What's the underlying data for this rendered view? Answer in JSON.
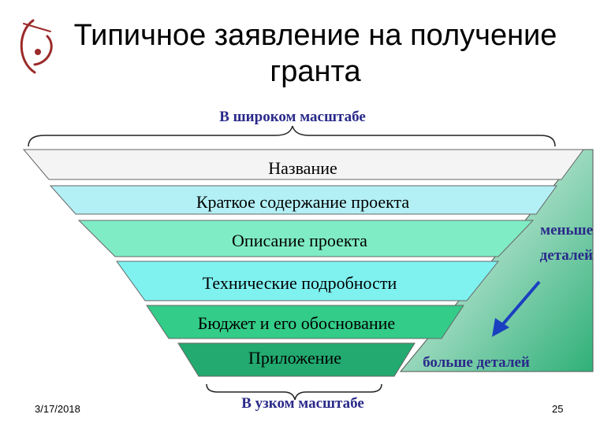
{
  "slide": {
    "title_line1": "Типичное заявление на получение",
    "title_line2": "гранта",
    "logo_icon": "atom-logo-icon",
    "date": "3/17/2018",
    "page_number": "25"
  },
  "diagram": {
    "top_label": "В широком масштабе",
    "bottom_label": "В узком масштабе",
    "levels": [
      {
        "label": "Название",
        "color": "#f4f4f4"
      },
      {
        "label": "Краткое содержание проекта",
        "color": "#b3f0f5"
      },
      {
        "label": "Описание проекта",
        "color": "#80ecc6"
      },
      {
        "label": "Технические подробности",
        "color": "#7ff2f0"
      },
      {
        "label": "Бюджет и его обоснование",
        "color": "#33cc88"
      },
      {
        "label": "Приложение",
        "color": "#22aa70"
      }
    ],
    "side_label_top_line1": "меньше",
    "side_label_top_line2": "деталей",
    "side_label_bottom": "больше деталей",
    "arrow_color": "#1a3fc0",
    "label_color": "#2a2a8a"
  }
}
